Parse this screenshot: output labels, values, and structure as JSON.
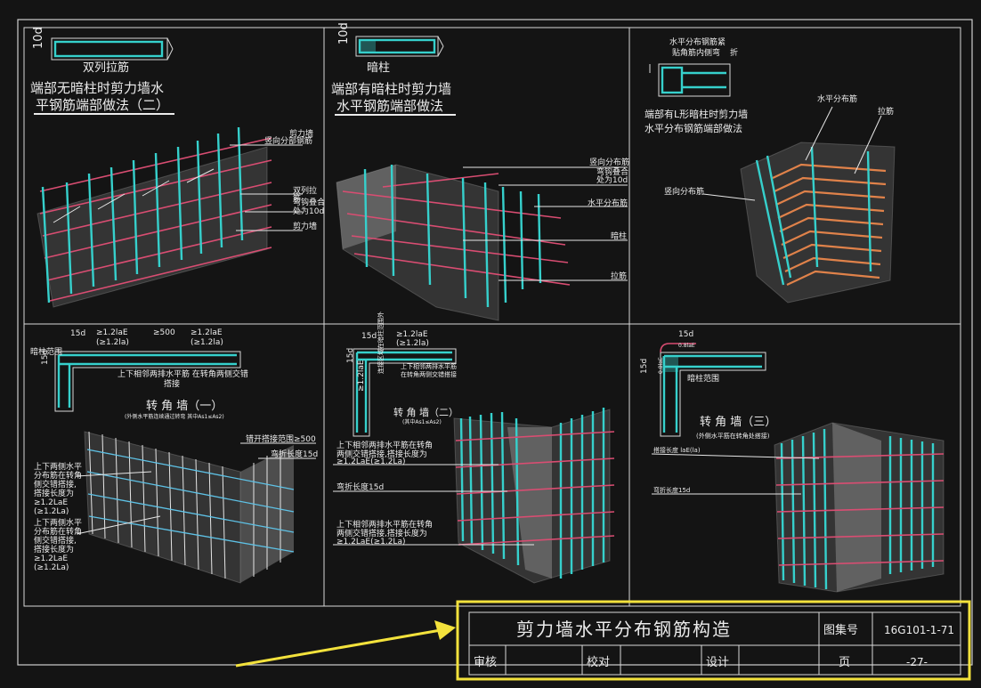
{
  "panels": {
    "p1": {
      "section_label": "双列拉筋",
      "dim": "10d",
      "title_line1": "端部无暗柱时剪力墙水",
      "title_line2": "平钢筋端部做法（二）",
      "callouts": [
        "剪力墙",
        "竖向分部钢筋",
        "双列拉",
        "筋",
        "弯钩叠合",
        "处为10d",
        "剪力墙"
      ]
    },
    "p2": {
      "section_label": "暗柱",
      "dim": "10d",
      "title_line1": "端部有暗柱时剪力墙",
      "title_line2": "水平钢筋端部做法",
      "callouts": [
        "竖向分布筋",
        "弯钩叠合",
        "处为10d",
        "水平分布筋",
        "暗柱",
        "拉筋"
      ]
    },
    "p3": {
      "section_labels": [
        "水平分布钢筋紧",
        "贴角筋内侧弯",
        "折"
      ],
      "title_line1": "端部有L形暗柱时剪力墙",
      "title_line2": "水平分布钢筋端部做法",
      "callouts": [
        "水平分布筋",
        "拉筋",
        "竖向分布筋"
      ]
    },
    "p4": {
      "dims": [
        "15d",
        "≥1.2laE",
        "(≥1.2la)",
        "≥500",
        "≥1.2laE",
        "(≥1.2la)",
        "15d"
      ],
      "section_labels": [
        "暗柱范围",
        "上下相邻两排水平筋  在转角两侧交错",
        "搭接"
      ],
      "title": "转 角 墙（一）",
      "subtitle": "(外侧水平筋连续通过转弯 其中As1≤As2)",
      "callouts": [
        "错开搭接范围≥500",
        "弯折长度15d",
        "上下两侧水平",
        "分布筋在转角",
        "侧交错搭接,",
        "搭接长度为",
        "≥1.2LaE",
        "(≥1.2La)",
        "上下两侧水平",
        "分布筋在转角",
        "侧交错搭接,",
        "搭接长度为",
        "≥1.2LaE",
        "(≥1.2La)"
      ]
    },
    "p5": {
      "dims": [
        "15d",
        "≥1.2laE",
        "(≥1.2la)",
        "15d",
        "≥1.2laE",
        "(≥1.2la)"
      ],
      "section_labels": [
        "连接区域在暗柱范围外",
        "上下相邻两排水平筋",
        "在转角两侧交错搭接"
      ],
      "title": "转 角 墙（二）",
      "subtitle": "(其中As1≤As2)",
      "callouts": [
        "上下相邻两排水平筋在转角",
        "两侧交错搭接,搭接长度为",
        "≥1.2LaE(≥1.2La)",
        "弯折长度15d",
        "上下相邻两排水平筋在转角",
        "两侧交错搭接,搭接长度为",
        "≥1.2LaE(≥1.2La)"
      ]
    },
    "p6": {
      "dims": [
        "15d",
        "0.8laE",
        "15d",
        "0.8laE"
      ],
      "section_labels": [
        "暗柱范围"
      ],
      "title": "转 角 墙（三）",
      "subtitle": "(外侧水平筋在转角处搭接)",
      "callouts": [
        "搭接长度 laE(la)",
        "弯折长度15d"
      ]
    }
  },
  "title_block": {
    "drawing_title": "剪力墙水平分布钢筋构造",
    "atlas_label": "图集号",
    "atlas_no": "16G101-1-71",
    "review_label": "审核",
    "check_label": "校对",
    "design_label": "设计",
    "page_label": "页",
    "page_no": "-27-"
  },
  "colors": {
    "background": "#141414",
    "rebar_vertical": "#36d0cc",
    "rebar_horizontal": "#d94d72",
    "rebar_orange": "#e0824a",
    "highlight": "#f3e23c"
  }
}
